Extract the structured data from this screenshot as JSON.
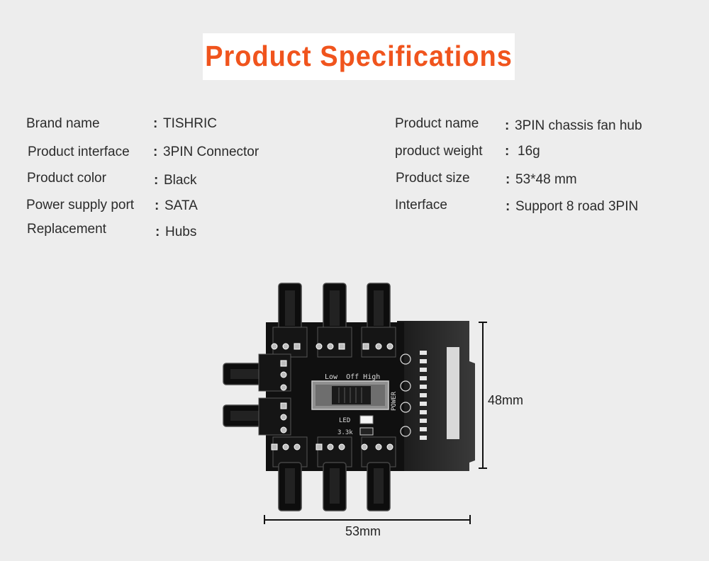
{
  "title": "Product Specifications",
  "specs_left": [
    {
      "label": "Brand name",
      "value": "TISHRIC"
    },
    {
      "label": "Product interface",
      "value": "3PIN Connector"
    },
    {
      "label": "Product color",
      "value": "Black"
    },
    {
      "label": "Power supply port",
      "value": "SATA"
    },
    {
      "label": "Replacement",
      "value": "Hubs"
    }
  ],
  "specs_right": [
    {
      "label": "Product name",
      "value": "3PIN chassis fan hub"
    },
    {
      "label": "product weight",
      "value": "16g"
    },
    {
      "label": "Product size",
      "value": "53*48 mm"
    },
    {
      "label": "Interface",
      "value": "Support 8 road 3PIN"
    }
  ],
  "board": {
    "switch_labels": "Low  Off High",
    "led_label": "LED",
    "resistor_label": "3.3k",
    "power_label": "POWER"
  },
  "dimensions": {
    "height": "48mm",
    "width": "53mm"
  },
  "colors": {
    "title": "#f0541d",
    "background": "#ededed",
    "board": "#111111"
  }
}
